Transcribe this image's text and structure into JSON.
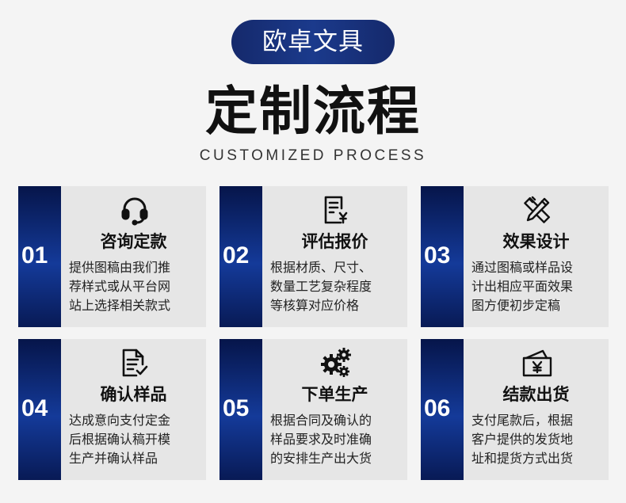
{
  "header": {
    "brand": "欧卓文具",
    "title": "定制流程",
    "subtitle": "CUSTOMIZED PROCESS"
  },
  "steps": [
    {
      "number": "01",
      "icon": "headset-icon",
      "title": "咨询定款",
      "desc": [
        "提供图稿由我们推",
        "荐样式或从平台网",
        "站上选择相关款式"
      ]
    },
    {
      "number": "02",
      "icon": "price-list-icon",
      "title": "评估报价",
      "desc": [
        "根据材质、尺寸、",
        "数量工艺复杂程度",
        "等核算对应价格"
      ]
    },
    {
      "number": "03",
      "icon": "ruler-pencil-icon",
      "title": "效果设计",
      "desc": [
        "通过图稿或样品设",
        "计出相应平面效果",
        "图方便初步定稿"
      ]
    },
    {
      "number": "04",
      "icon": "document-check-icon",
      "title": "确认样品",
      "desc": [
        "达成意向支付定金",
        "后根据确认稿开模",
        "生产并确认样品"
      ]
    },
    {
      "number": "05",
      "icon": "gears-icon",
      "title": "下单生产",
      "desc": [
        "根据合同及确认的",
        "样品要求及时准确",
        "的安排生产出大货"
      ]
    },
    {
      "number": "06",
      "icon": "payment-icon",
      "title": "结款出货",
      "desc": [
        "支付尾款后，根据",
        "客户提供的发货地",
        "址和提货方式出货"
      ]
    }
  ]
}
